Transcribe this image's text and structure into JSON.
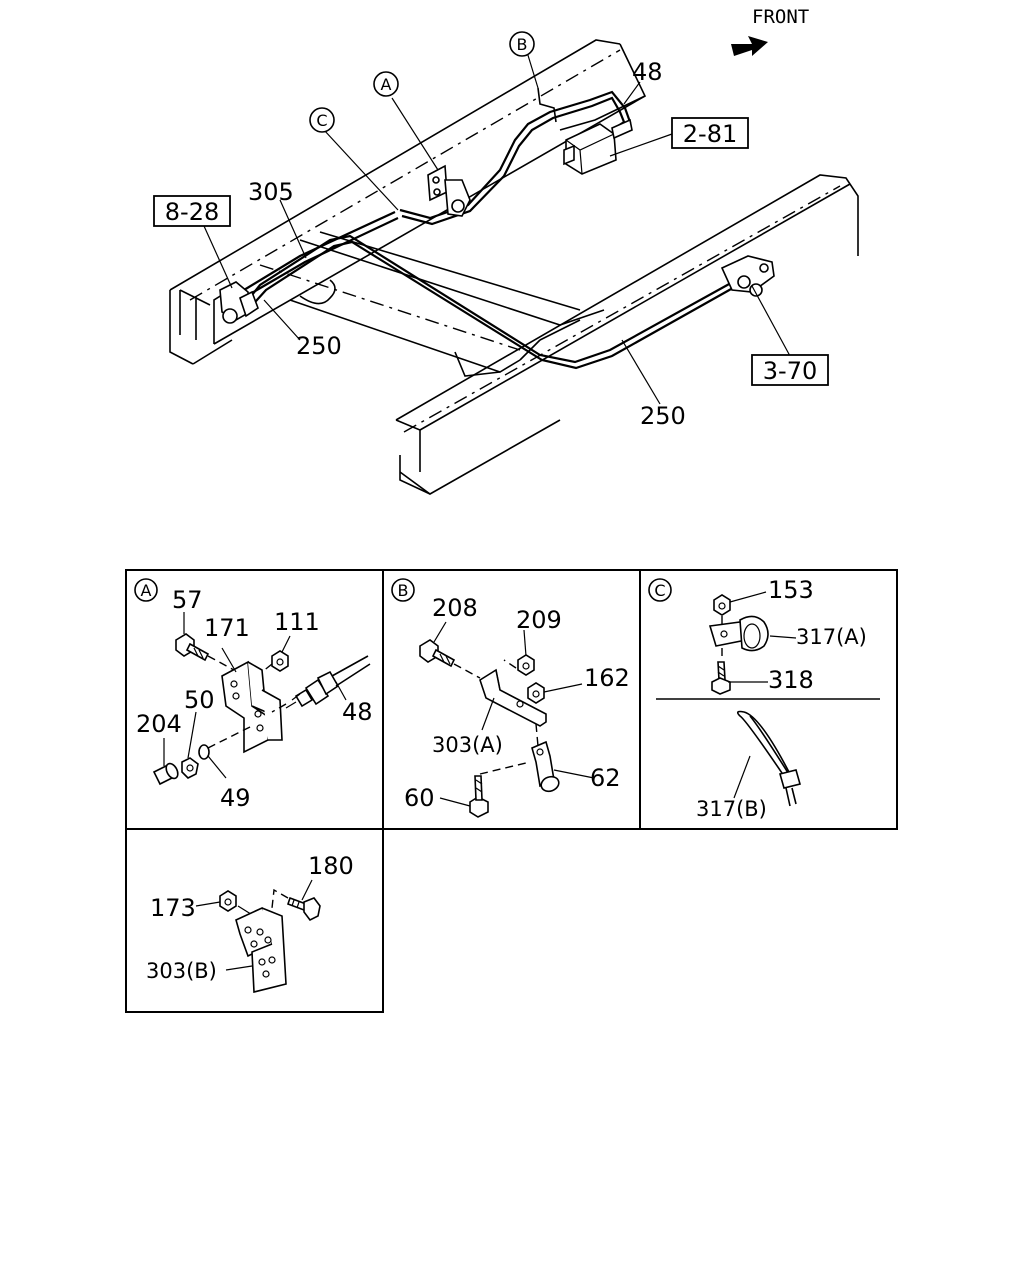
{
  "front_label": "FRONT",
  "main_view": {
    "refs": {
      "a": "A",
      "b": "B",
      "c": "C"
    },
    "callouts": {
      "p48": "48",
      "p305": "305",
      "p250_left": "250",
      "p250_right": "250"
    },
    "boxed_refs": {
      "ref_2_81": "2-81",
      "ref_8_28": "8-28",
      "ref_3_70": "3-70"
    }
  },
  "detail_a": {
    "ref": "A",
    "labels": {
      "p57": "57",
      "p171": "171",
      "p111": "111",
      "p50": "50",
      "p204": "204",
      "p49": "49",
      "p48": "48"
    }
  },
  "detail_b": {
    "ref": "B",
    "labels": {
      "p208": "208",
      "p209": "209",
      "p162": "162",
      "p303a": "303(A)",
      "p60": "60",
      "p62": "62"
    }
  },
  "detail_c": {
    "ref": "C",
    "labels": {
      "p153": "153",
      "p317a": "317(A)",
      "p318": "318",
      "p317b": "317(B)"
    }
  },
  "detail_d": {
    "labels": {
      "p180": "180",
      "p173": "173",
      "p303b": "303(B)"
    }
  }
}
